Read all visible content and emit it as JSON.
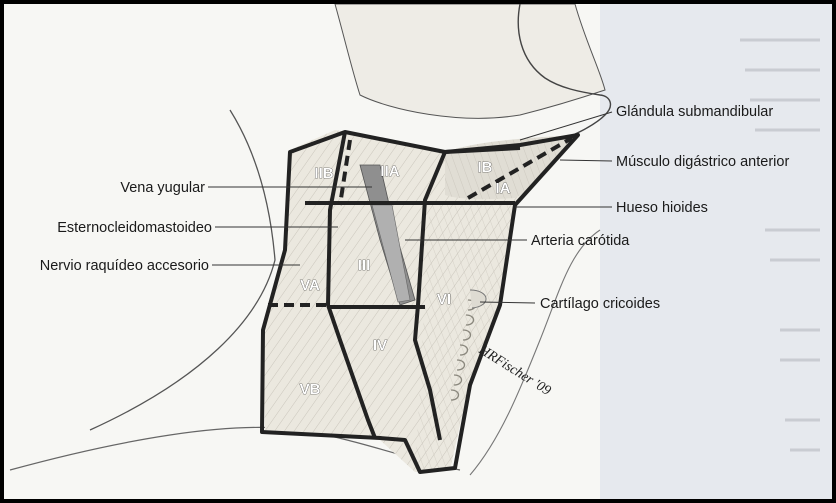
{
  "labels": {
    "submandibular_gland": "Glándula submandibular",
    "anterior_digastric": "Músculo digástrico anterior",
    "hyoid": "Hueso hioides",
    "carotid": "Arteria carótida",
    "cricoid": "Cartílago cricoides",
    "jugular": "Vena yugular",
    "scm": "Esternocleidomastoideo",
    "accessory_nerve": "Nervio raquídeo accesorio"
  },
  "levels": {
    "IA": "IA",
    "IB": "IB",
    "IIA": "IIA",
    "IIB": "IIB",
    "III": "III",
    "IV": "IV",
    "VA": "VA",
    "VB": "VB",
    "VI": "VI"
  },
  "signature": "HRFischer '09",
  "colors": {
    "outline": "#222222",
    "muscle": "#e9e6de",
    "background_page": "#ecedf0",
    "text": "#1a1a1a"
  }
}
